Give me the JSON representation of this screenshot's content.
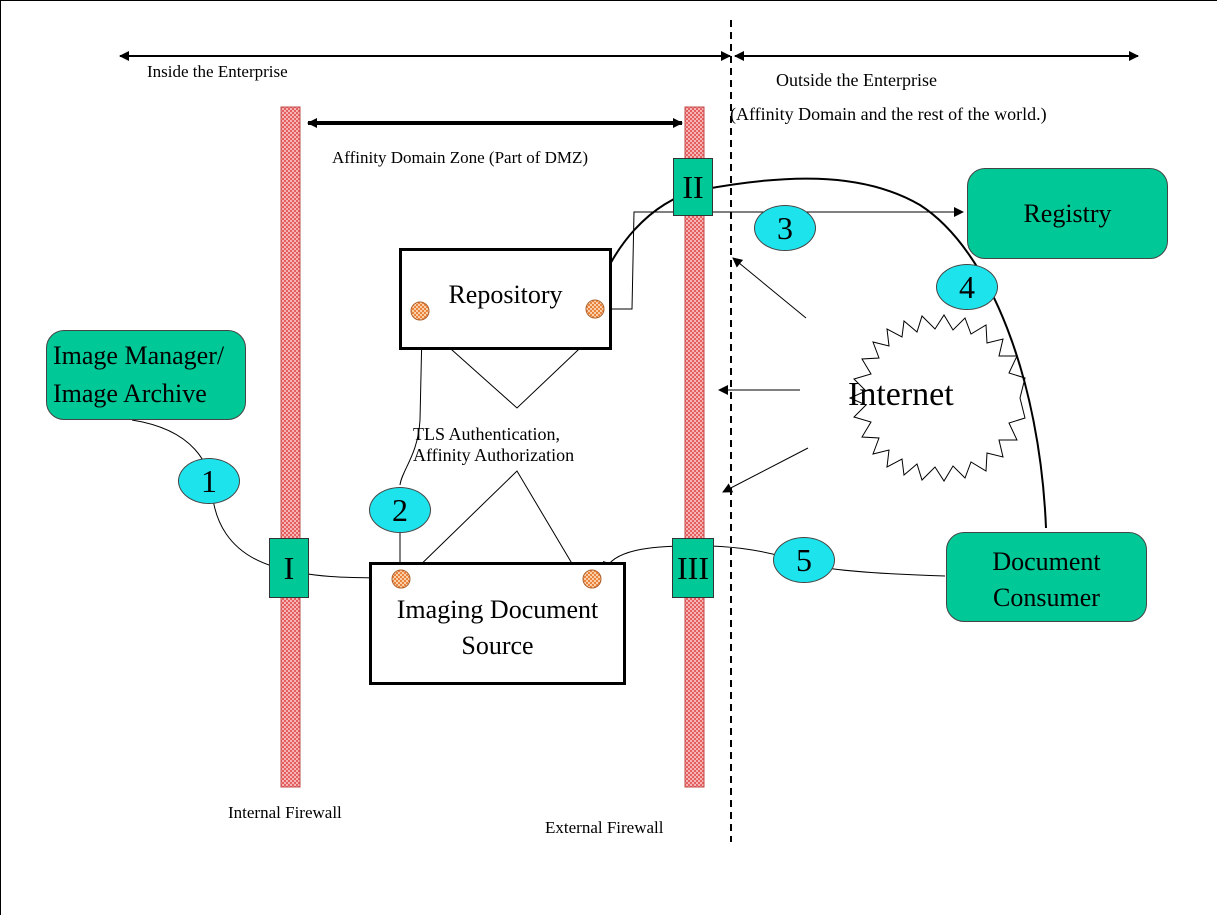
{
  "zones": {
    "inside": "Inside the Enterprise",
    "outside_line1": "Outside the Enterprise",
    "outside_line2": "(Affinity Domain and the rest of the world.)",
    "dmz": "Affinity Domain Zone (Part of DMZ)"
  },
  "firewalls": {
    "internal": "Internal Firewall",
    "external": "External Firewall"
  },
  "gates": {
    "g1": "I",
    "g2": "II",
    "g3": "III"
  },
  "actors": {
    "image_manager_line1": "Image Manager/",
    "image_manager_line2": "Image Archive",
    "registry": "Registry",
    "repository": "Repository",
    "imaging_source_line1": "Imaging Document",
    "imaging_source_line2": "Source",
    "consumer_line1": "Document",
    "consumer_line2": "Consumer",
    "internet": "Internet"
  },
  "annotations": {
    "tls_line1": "TLS Authentication,",
    "tls_line2": "Affinity Authorization"
  },
  "steps": [
    "1",
    "2",
    "3",
    "4",
    "5"
  ],
  "colors": {
    "actor_green": "#00c897",
    "step_cyan": "#1de4ec",
    "firewall_red": "#f08080",
    "port_orange": "#f4a460"
  }
}
